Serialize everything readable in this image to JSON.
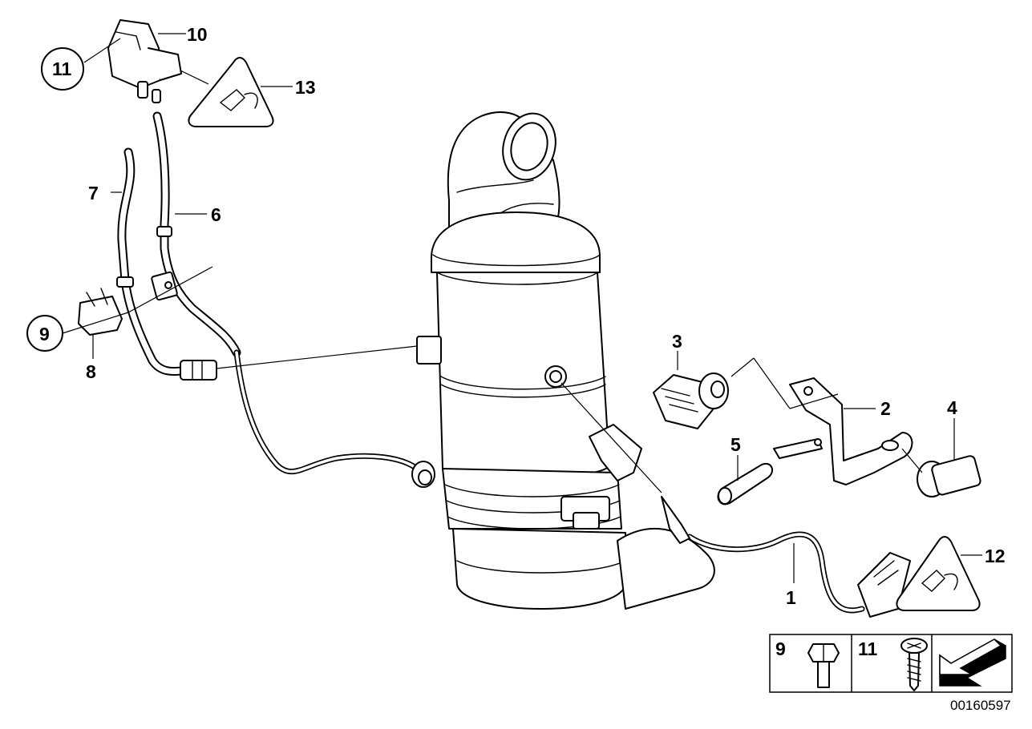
{
  "callouts": {
    "p1": "1",
    "p2": "2",
    "p3": "3",
    "p4": "4",
    "p5": "5",
    "p6": "6",
    "p7": "7",
    "p8": "8",
    "p9": "9",
    "p10": "10",
    "p11": "11",
    "p12": "12",
    "p13": "13"
  },
  "legend": {
    "left_label": "9",
    "right_label": "11"
  },
  "catalog_number": "00160597",
  "icons": [
    "hex-bolt-icon",
    "screw-icon",
    "direction-arrow-icon",
    "sensor-warning-icon"
  ]
}
